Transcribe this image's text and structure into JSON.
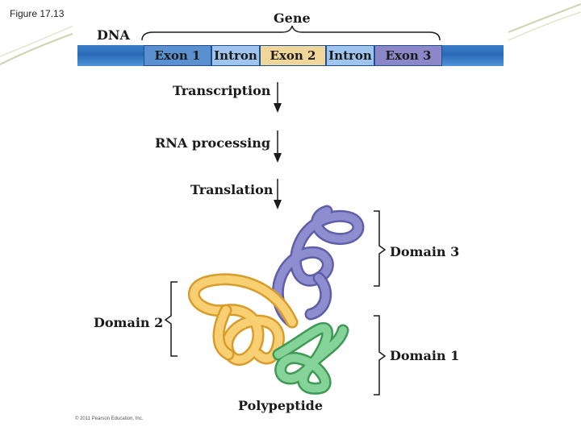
{
  "figure_label": "Figure 17.13",
  "dna_label": "DNA",
  "gene_label": "Gene",
  "segments": {
    "exon1": "Exon 1",
    "intron1": "Intron",
    "exon2": "Exon 2",
    "intron2": "Intron",
    "exon3": "Exon 3"
  },
  "steps": {
    "transcription": "Transcription",
    "rna_processing": "RNA processing",
    "translation": "Translation"
  },
  "domains": {
    "domain1": "Domain 1",
    "domain2": "Domain 2",
    "domain3": "Domain 3"
  },
  "polypeptide_label": "Polypeptide",
  "copyright": "© 2011 Pearson Education, Inc.",
  "colors": {
    "dna_blue": "#2a6bb8",
    "exon1": "#5a8fd0",
    "intron": "#9fc4ee",
    "exon2": "#f1d69a",
    "exon3": "#8c87c9",
    "domain1_green": "#7fc88f",
    "domain2_yellow": "#f6c660",
    "domain3_purple": "#7f7ec6"
  }
}
